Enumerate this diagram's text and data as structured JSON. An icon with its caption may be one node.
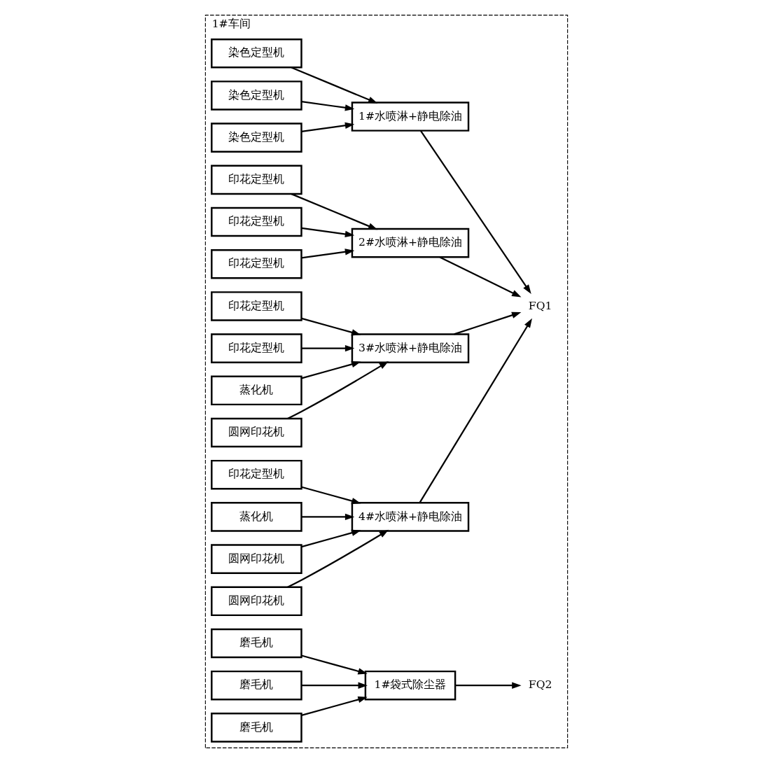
{
  "diagram": {
    "nodes": [
      {
        "text": [
          "1#车间"
        ]
      },
      {
        "text": [
          "染色定型机"
        ],
        "in": 0
      },
      {
        "text": [
          "染色定型机"
        ],
        "in": 0
      },
      {
        "text": [
          "染色定型机"
        ],
        "in": 0
      },
      {
        "text": [
          "1#水喷淋+静电除油"
        ],
        "in": 0
      },
      {
        "text": [
          "印花定型机"
        ],
        "in": 0
      },
      {
        "text": [
          "印花定型机"
        ],
        "in": 0
      },
      {
        "text": [
          "印花定型机"
        ],
        "in": 0
      },
      {
        "text": [
          "2#水喷淋+静电除油"
        ],
        "in": 0
      },
      {
        "text": [
          "印花定型机"
        ],
        "in": 0
      },
      {
        "text": [
          "印花定型机"
        ],
        "in": 0
      },
      {
        "text": [
          "蒸化机"
        ],
        "in": 0
      },
      {
        "text": [
          "圆网印花机"
        ],
        "in": 0
      },
      {
        "text": [
          "3#水喷淋+静电除油"
        ],
        "in": 0
      },
      {
        "text": [
          "印花定型机"
        ],
        "in": 0
      },
      {
        "text": [
          "蒸化机"
        ],
        "in": 0
      },
      {
        "text": [
          "圆网印花机"
        ],
        "in": 0
      },
      {
        "text": [
          "圆网印花机"
        ],
        "in": 0
      },
      {
        "text": [
          "4#水喷淋+静电除油"
        ],
        "in": 0
      },
      {
        "text": [
          "磨毛机"
        ],
        "in": 0
      },
      {
        "text": [
          "磨毛机"
        ],
        "in": 0
      },
      {
        "text": [
          "磨毛机"
        ],
        "in": 0
      },
      {
        "text": [
          "1#袋式除尘器"
        ],
        "in": 0
      },
      {
        "text": [
          "FQ1"
        ],
        "in": 0
      },
      {
        "text": [
          "FQ2"
        ],
        "in": 0
      }
    ],
    "edges": [
      {
        "from": 1,
        "to": 4,
        "arrow": "to"
      },
      {
        "from": 2,
        "to": 4,
        "arrow": "to"
      },
      {
        "from": 3,
        "to": 4,
        "arrow": "to"
      },
      {
        "from": 5,
        "to": 8,
        "arrow": "to"
      },
      {
        "from": 6,
        "to": 8,
        "arrow": "to"
      },
      {
        "from": 7,
        "to": 8,
        "arrow": "to"
      },
      {
        "from": 9,
        "to": 13,
        "arrow": "to"
      },
      {
        "from": 10,
        "to": 13,
        "arrow": "to"
      },
      {
        "from": 11,
        "to": 13,
        "arrow": "to"
      },
      {
        "from": 12,
        "to": 13,
        "arrow": "to"
      },
      {
        "from": 14,
        "to": 18,
        "arrow": "to"
      },
      {
        "from": 15,
        "to": 18,
        "arrow": "to"
      },
      {
        "from": 16,
        "to": 18,
        "arrow": "to"
      },
      {
        "from": 17,
        "to": 18,
        "arrow": "to"
      },
      {
        "from": 19,
        "to": 22,
        "arrow": "to"
      },
      {
        "from": 20,
        "to": 22,
        "arrow": "to"
      },
      {
        "from": 21,
        "to": 22,
        "arrow": "to"
      },
      {
        "from": 4,
        "to": 23,
        "arrow": "to"
      },
      {
        "from": 8,
        "to": 23,
        "arrow": "to"
      },
      {
        "from": 13,
        "to": 23,
        "arrow": "to"
      },
      {
        "from": 18,
        "to": 23,
        "arrow": "to"
      },
      {
        "from": 22,
        "to": 24,
        "arrow": "to"
      }
    ]
  }
}
